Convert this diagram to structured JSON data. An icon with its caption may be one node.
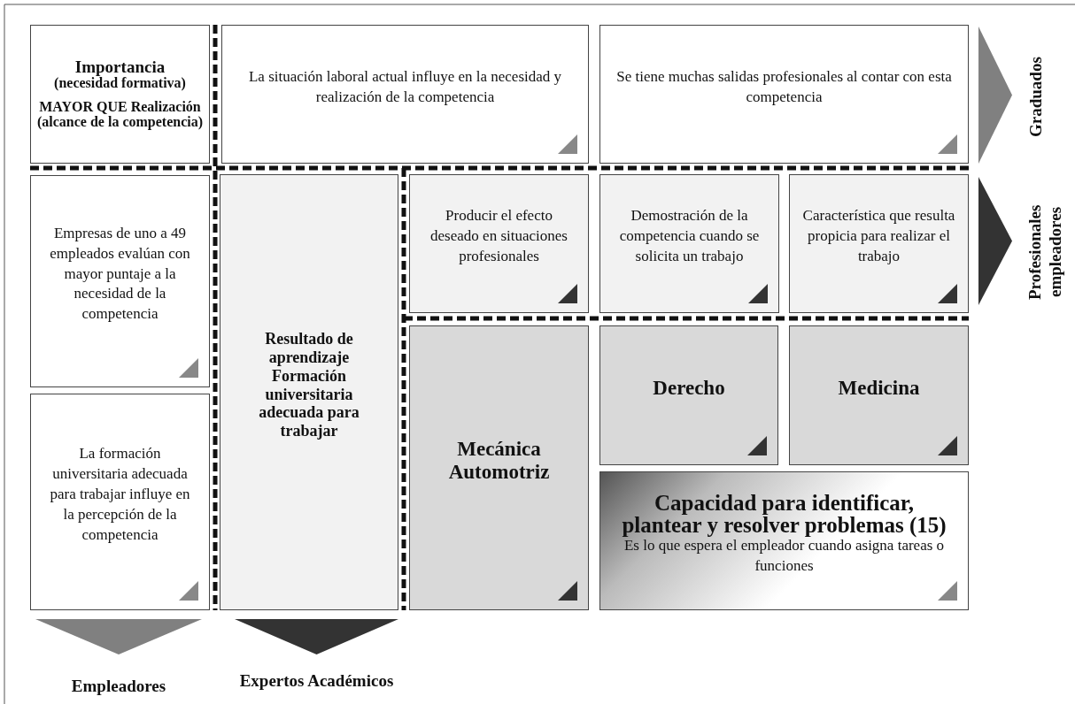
{
  "diagram": {
    "nodes": [
      {
        "text": [
          "Importancia",
          "(necesidad formativa)",
          "MAYOR QUE Realización (alcance de la competencia)"
        ]
      },
      {
        "text": [
          "La situación laboral actual influye en la necesidad y realización de la competencia"
        ]
      },
      {
        "text": [
          "Se tiene muchas salidas profesionales al contar con esta competencia"
        ]
      },
      {
        "text": [
          "Graduados"
        ]
      },
      {
        "text": [
          "Empresas de uno a 49 empleados evalúan con mayor puntaje a la necesidad de la competencia"
        ]
      },
      {
        "text": [
          "Resultado de aprendizaje Formación universitaria adecuada para trabajar"
        ]
      },
      {
        "text": [
          "Producir el efecto deseado en situaciones profesionales"
        ]
      },
      {
        "text": [
          "Demostración de la competencia cuando se solicita un trabajo"
        ]
      },
      {
        "text": [
          "Característica que resulta propicia para realizar el trabajo"
        ]
      },
      {
        "text": [
          "Profesionales empleadores"
        ]
      },
      {
        "text": [
          "Derecho"
        ]
      },
      {
        "text": [
          "Medicina"
        ]
      },
      {
        "text": [
          "La formación universitaria adecuada para trabajar influye en la percepción de la competencia"
        ]
      },
      {
        "text": [
          "Mecánica Automotriz"
        ]
      },
      {
        "text": [
          "Capacidad para identificar, plantear y resolver problemas (15)",
          "Es lo que espera el empleador cuando asigna tareas o funciones"
        ]
      },
      {
        "text": [
          "Empleadores"
        ]
      },
      {
        "text": [
          "Expertos Académicos"
        ]
      }
    ]
  }
}
